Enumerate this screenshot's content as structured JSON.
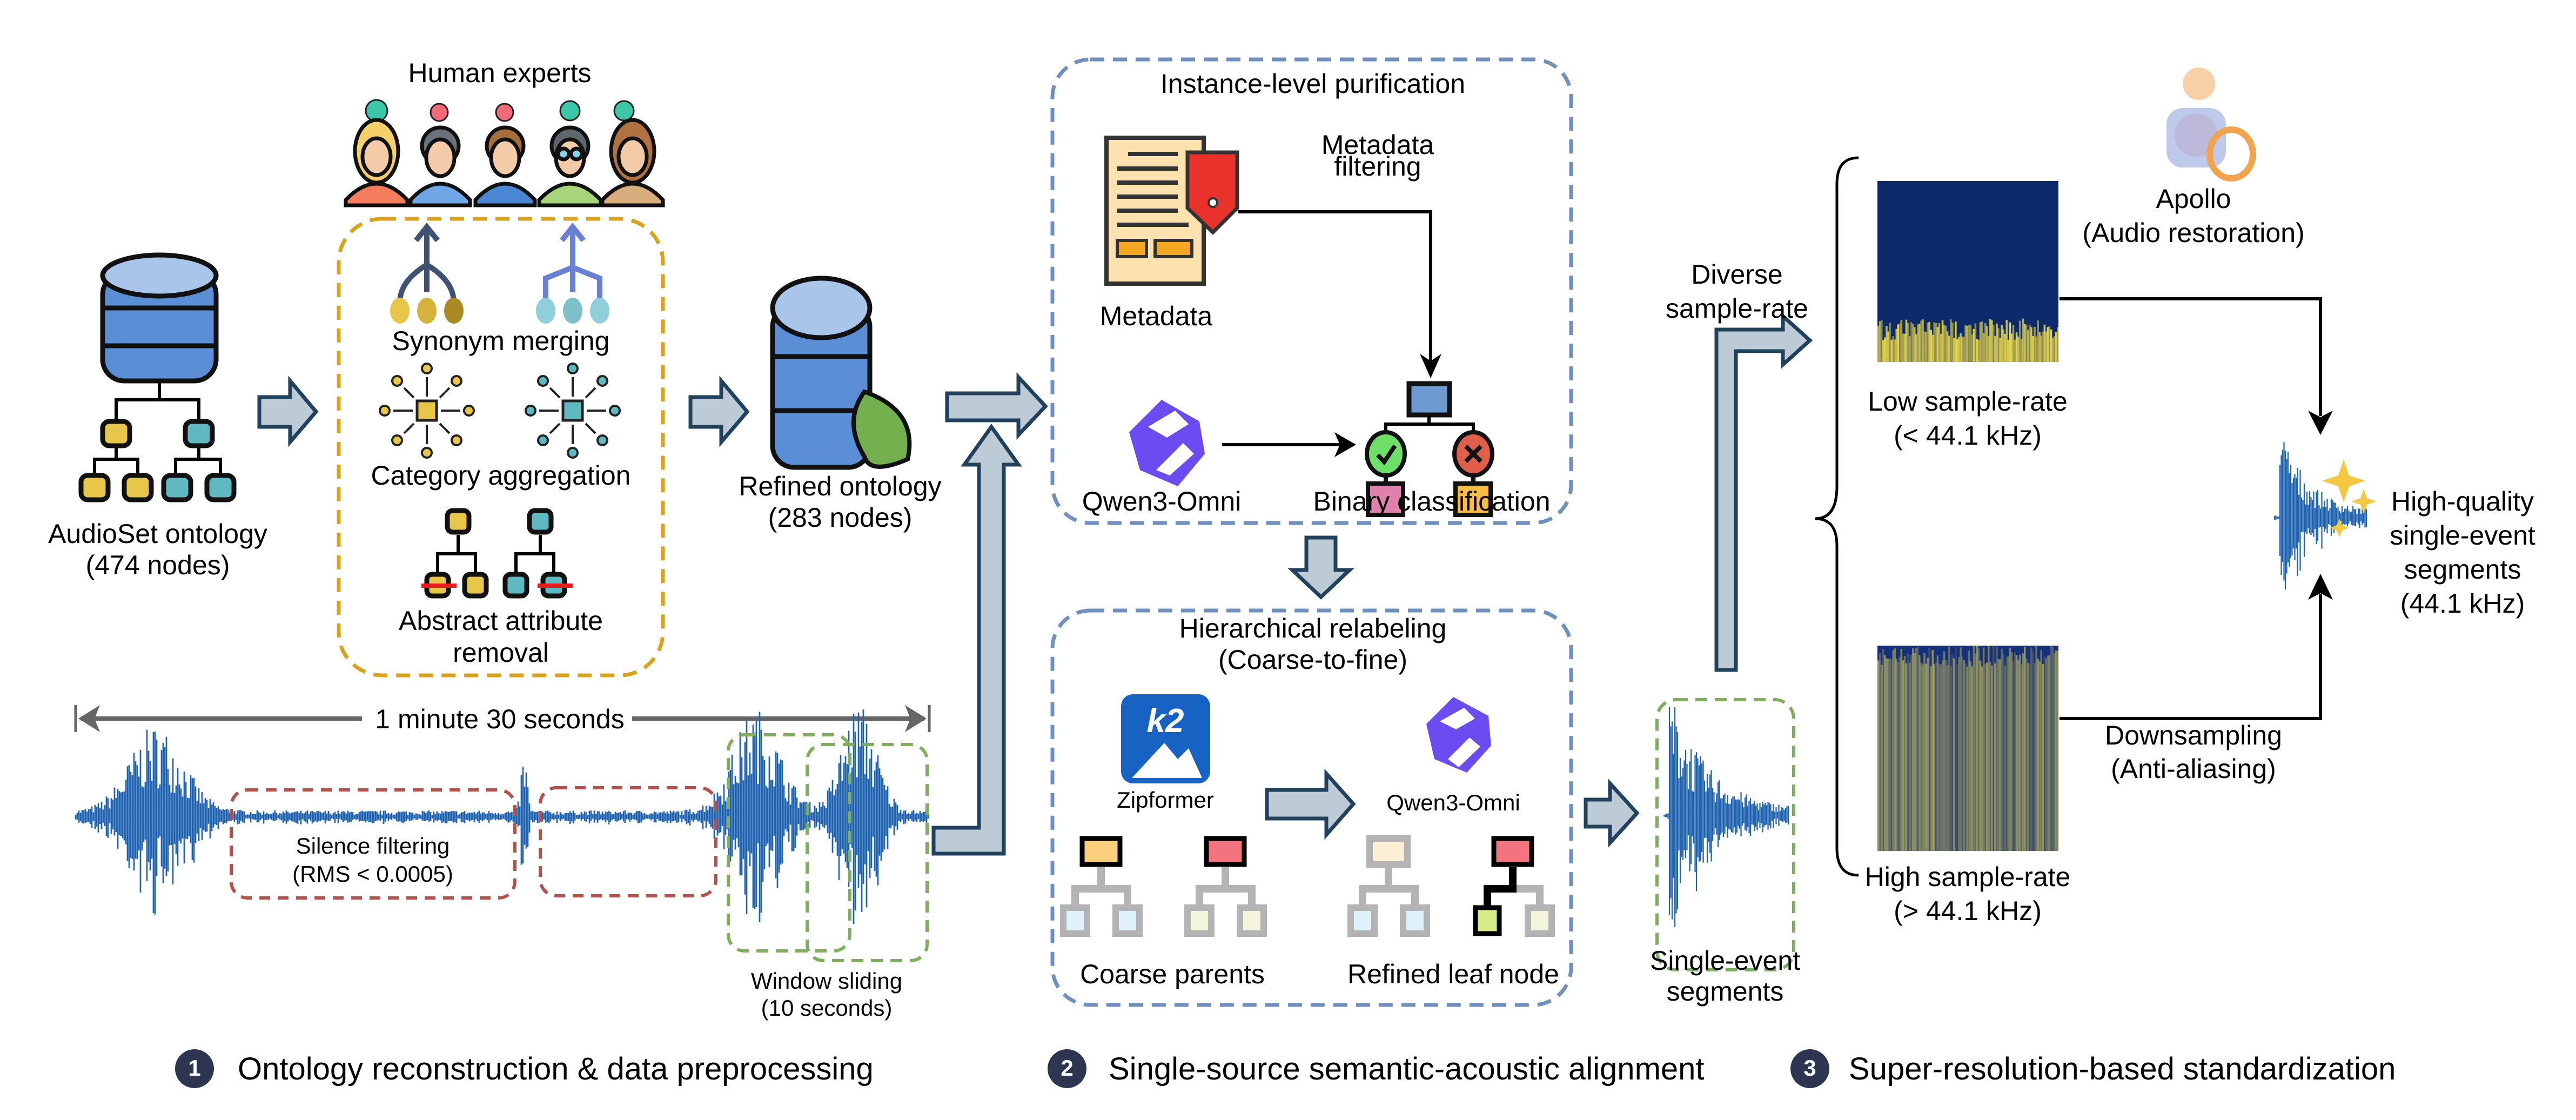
{
  "stage1": {
    "human_experts": "Human experts",
    "audioset_title": "AudioSet ontology",
    "audioset_nodes": "(474 nodes)",
    "synonym_merging": "Synonym merging",
    "category_aggregation": "Category aggregation",
    "abstract_removal_1": "Abstract attribute",
    "abstract_removal_2": "removal",
    "refined_title": "Refined ontology",
    "refined_nodes": "(283 nodes)",
    "duration": "1 minute 30 seconds",
    "silence_1": "Silence filtering",
    "silence_2": "(RMS < 0.0005)",
    "window_1": "Window sliding",
    "window_2": "(10 seconds)"
  },
  "stage2": {
    "purification_title": "Instance-level purification",
    "metadata": "Metadata",
    "metadata_filtering_1": "Metadata",
    "metadata_filtering_2": "filtering",
    "qwen": "Qwen3-Omni",
    "binary": "Binary classification",
    "relabel_title_1": "Hierarchical relabeling",
    "relabel_title_2": "(Coarse-to-fine)",
    "zipformer": "Zipformer",
    "k2": "k2",
    "qwen_small": "Qwen3-Omni",
    "coarse_parents": "Coarse parents",
    "refined_leaf": "Refined leaf node",
    "single_event_1": "Single-event",
    "single_event_2": "segments"
  },
  "stage3": {
    "diverse_1": "Diverse",
    "diverse_2": "sample-rate",
    "low_1": "Low sample-rate",
    "low_2": "(< 44.1 kHz)",
    "high_1": "High sample-rate",
    "high_2": "(> 44.1 kHz)",
    "apollo_1": "Apollo",
    "apollo_2": "(Audio restoration)",
    "down_1": "Downsampling",
    "down_2": "(Anti-aliasing)",
    "hq_1": "High-quality",
    "hq_2": "single-event",
    "hq_3": "segments",
    "hq_4": "(44.1 kHz)"
  },
  "legend": [
    {
      "num": "1",
      "label": "Ontology reconstruction & data preprocessing"
    },
    {
      "num": "2",
      "label": "Single-source semantic-acoustic alignment"
    },
    {
      "num": "3",
      "label": "Super-resolution-based standardization"
    }
  ],
  "colors": {
    "gold": "#e8c64a",
    "teal": "#5fb8c2",
    "waveform": "#1f63b0",
    "arrow_fill": "#bccbd6",
    "arrow_stroke": "#22415c",
    "legend_badge": "#2e3550",
    "spec_bg": "#0d2a6b",
    "spec_hi": "#e8d64a"
  }
}
